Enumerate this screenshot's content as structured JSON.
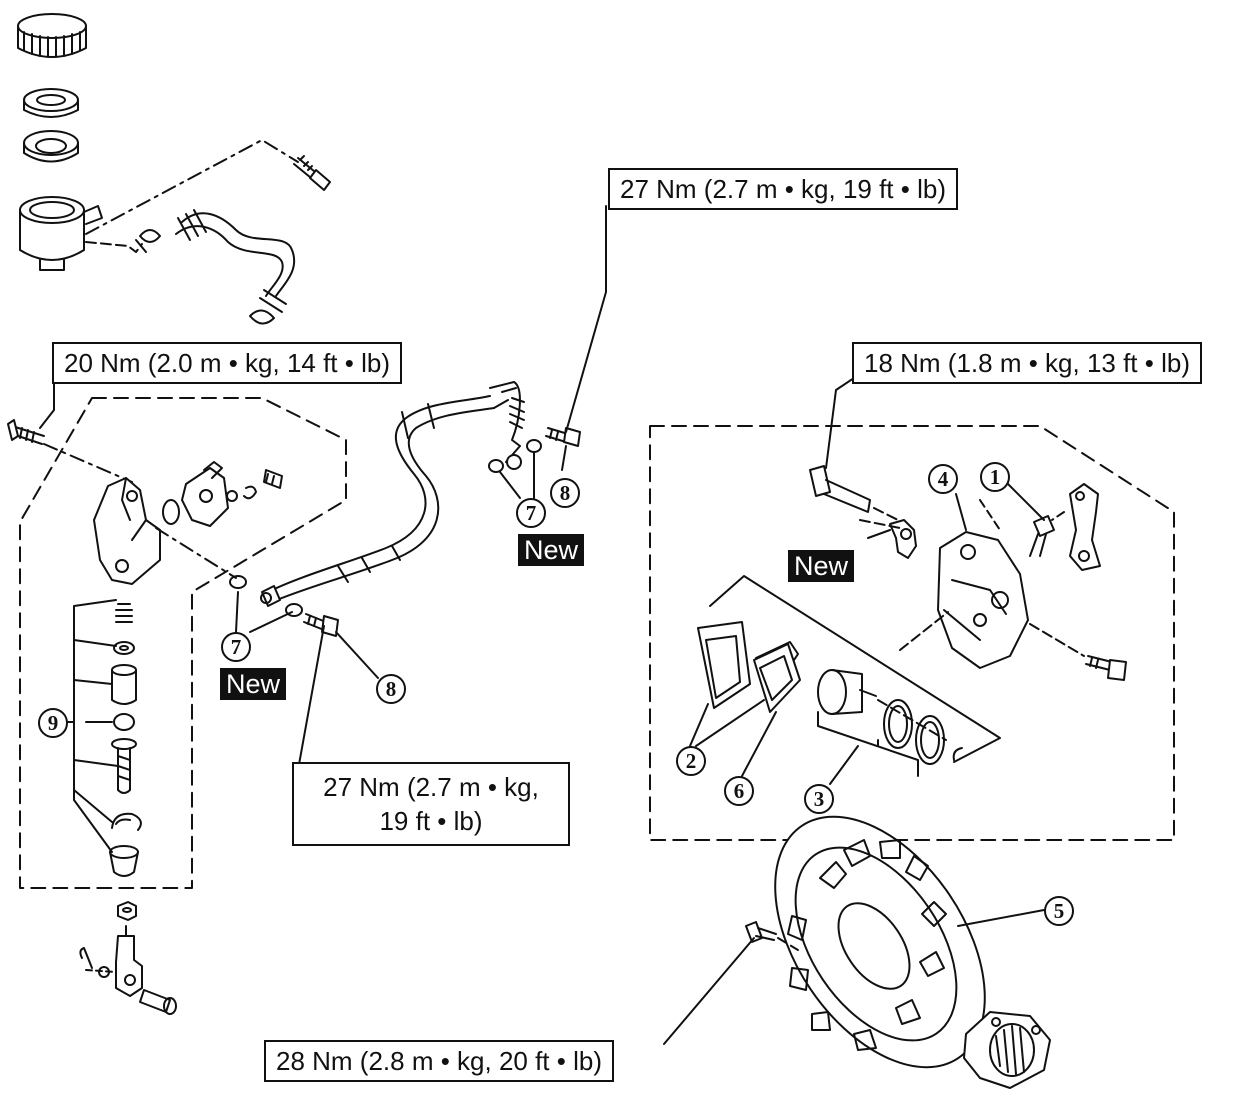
{
  "torque_specs": {
    "master_cylinder_bolt": "20 Nm (2.0 m • kg, 14 ft • lb)",
    "upper_union_bolt": "27 Nm (2.7 m • kg, 19 ft • lb)",
    "caliper_bolt": "18 Nm (1.8 m • kg, 13 ft • lb)",
    "lower_union_bolt_line1": "27 Nm (2.7 m • kg,",
    "lower_union_bolt_line2": "19 ft • lb)",
    "disc_bolt": "28 Nm (2.8 m • kg, 20 ft • lb)"
  },
  "new_label": "New",
  "callouts": {
    "c1": "1",
    "c2": "2",
    "c3": "3",
    "c4": "4",
    "c5": "5",
    "c6": "6",
    "c7": "7",
    "c8": "8",
    "c9": "9"
  }
}
